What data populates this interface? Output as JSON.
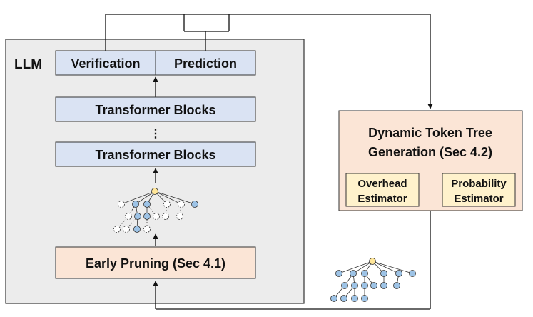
{
  "llm": {
    "title": "LLM",
    "verification_label": "Verification",
    "prediction_label": "Prediction",
    "transformer_top_label": "Transformer Blocks",
    "ellipsis": "⋮",
    "transformer_bottom_label": "Transformer Blocks",
    "early_pruning_label": "Early Pruning (Sec 4.1)"
  },
  "generator": {
    "title_line1": "Dynamic Token Tree",
    "title_line2": "Generation (Sec 4.2)",
    "overhead_line1": "Overhead",
    "overhead_line2": "Estimator",
    "probability_line1": "Probability",
    "probability_line2": "Estimator"
  },
  "colors": {
    "llm_bg": "#ececec",
    "blue_box": "#dae3f3",
    "peach_box": "#fbe5d6",
    "cream_box": "#fff2cc",
    "node_blue": "#9dc3e6",
    "node_root": "#ffe699"
  }
}
